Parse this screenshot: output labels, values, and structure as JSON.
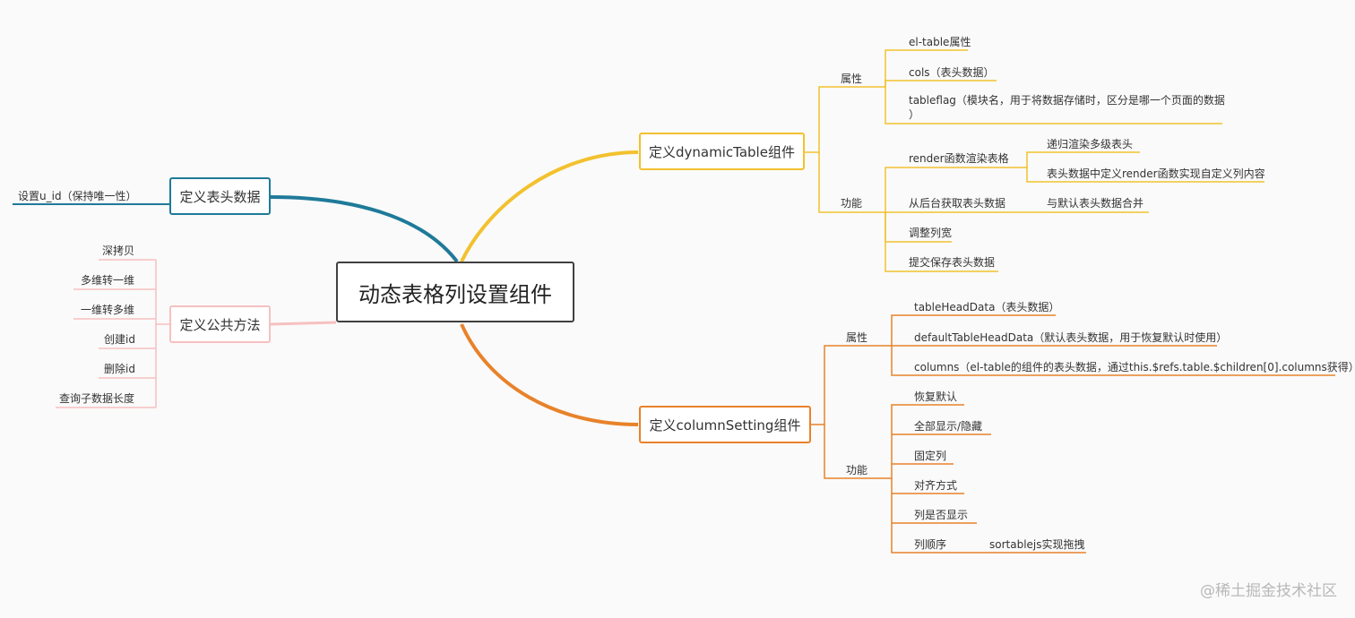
{
  "root": "动态表格列设置组件",
  "branch_dynamic": {
    "title": "定义dynamicTable组件",
    "attr_label": "属性",
    "attrs": [
      "el-table属性",
      "cols（表头数据）",
      "tableflag（模块名，用于将数据存储时，区分是哪一个页面的数据",
      "）"
    ],
    "func_label": "功能",
    "funcs": [
      "render函数渲染表格",
      "从后台获取表头数据",
      "调整列宽",
      "提交保存表头数据"
    ],
    "render_children": [
      "递归渲染多级表头",
      "表头数据中定义render函数实现自定义列内容"
    ],
    "fetch_child": "与默认表头数据合并"
  },
  "branch_column": {
    "title": "定义columnSetting组件",
    "attr_label": "属性",
    "attrs": [
      "tableHeadData（表头数据）",
      "defaultTableHeadData（默认表头数据，用于恢复默认时使用）",
      "columns（el-table的组件的表头数据，通过this.$refs.table.$children[0].columns获得）"
    ],
    "func_label": "功能",
    "funcs": [
      "恢复默认",
      "全部显示/隐藏",
      "固定列",
      "对齐方式",
      "列是否显示",
      "列顺序"
    ],
    "order_child": "sortablejs实现拖拽"
  },
  "branch_header": {
    "title": "定义表头数据",
    "child": "设置u_id（保持唯一性）"
  },
  "branch_methods": {
    "title": "定义公共方法",
    "items": [
      "深拷贝",
      "多维转一维",
      "一维转多维",
      "创建id",
      "删除id",
      "查询子数据长度"
    ]
  },
  "watermark": "@稀土掘金技术社区",
  "colors": {
    "yellow": "#f2c12e",
    "orange": "#e8822a",
    "teal": "#1f7a99",
    "pink": "#f7c0c0"
  }
}
